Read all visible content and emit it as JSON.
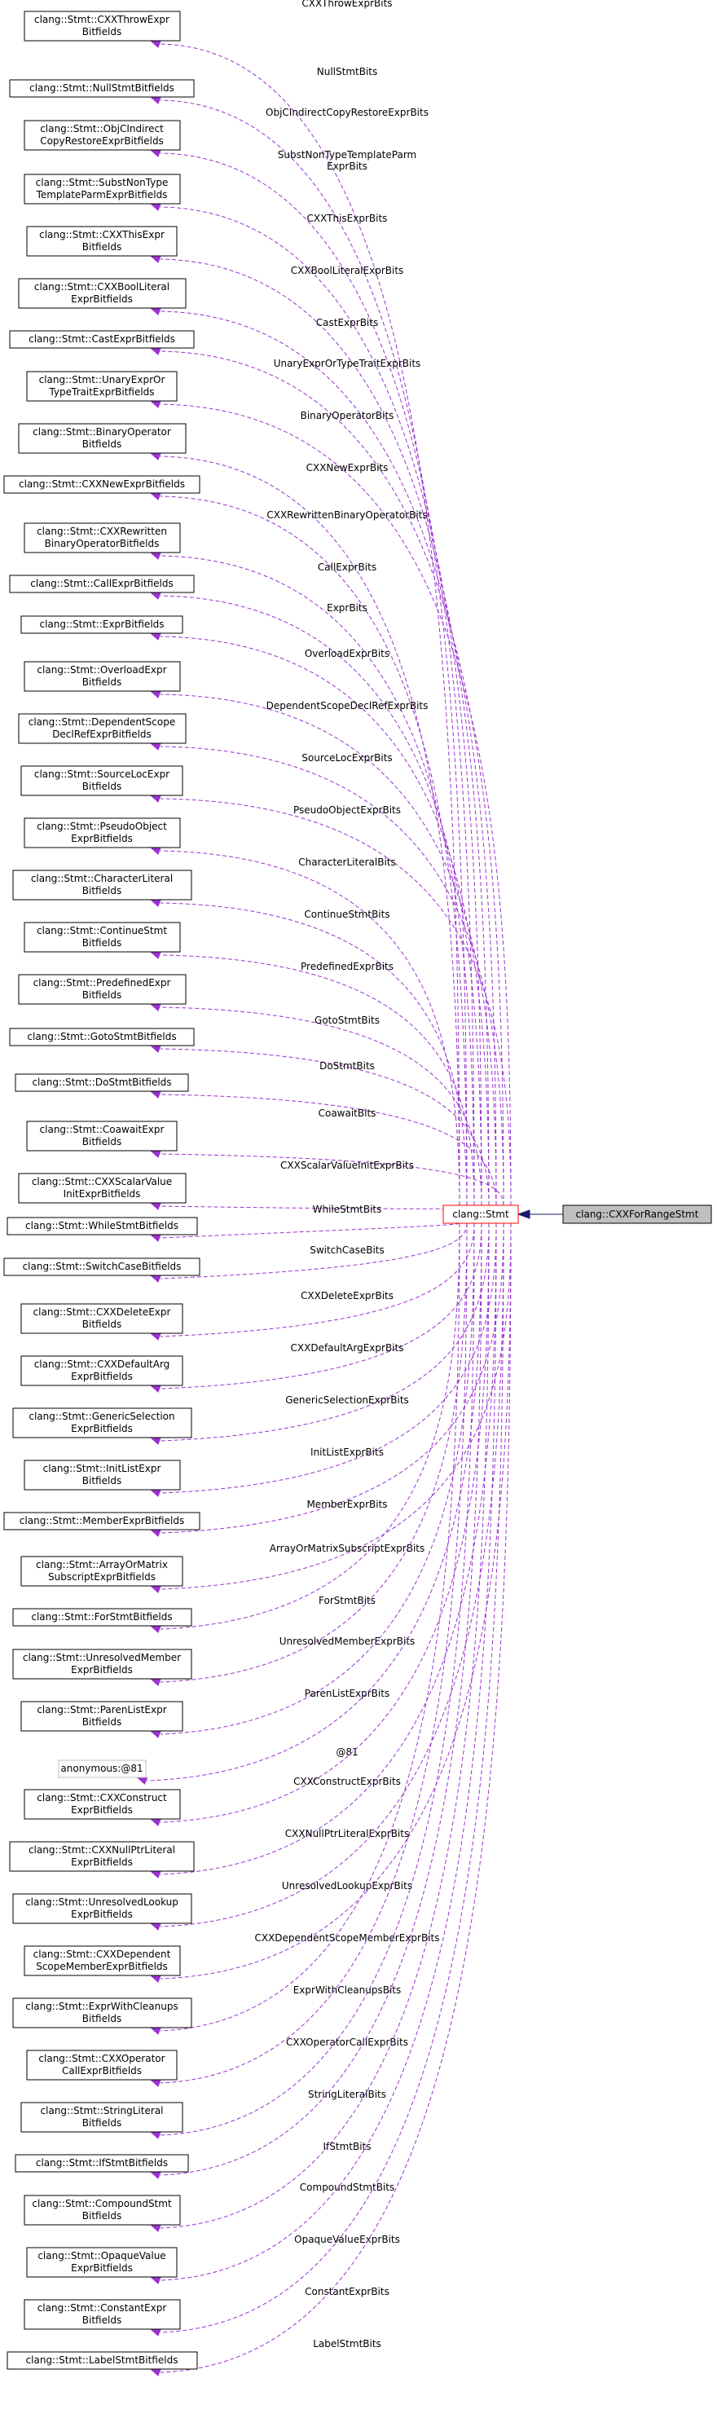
{
  "center_node": "clang::Stmt",
  "main_node": "clang::CXXForRangeStmt",
  "members": [
    {
      "lines": [
        "clang::Stmt::CXXThrowExpr",
        "Bitfields"
      ],
      "edge": "CXXThrowExprBits"
    },
    {
      "lines": [
        "clang::Stmt::NullStmtBitfields"
      ],
      "edge": "NullStmtBits"
    },
    {
      "lines": [
        "clang::Stmt::ObjCIndirect",
        "CopyRestoreExprBitfields"
      ],
      "edge": "ObjCIndirectCopyRestoreExprBits"
    },
    {
      "lines": [
        "clang::Stmt::SubstNonType",
        "TemplateParmExprBitfields"
      ],
      "edge": "SubstNonTypeTemplateParm\nExprBits"
    },
    {
      "lines": [
        "clang::Stmt::CXXThisExpr",
        "Bitfields"
      ],
      "edge": "CXXThisExprBits"
    },
    {
      "lines": [
        "clang::Stmt::CXXBoolLiteral",
        "ExprBitfields"
      ],
      "edge": "CXXBoolLiteralExprBits"
    },
    {
      "lines": [
        "clang::Stmt::CastExprBitfields"
      ],
      "edge": "CastExprBits"
    },
    {
      "lines": [
        "clang::Stmt::UnaryExprOr",
        "TypeTraitExprBitfields"
      ],
      "edge": "UnaryExprOrTypeTraitExprBits"
    },
    {
      "lines": [
        "clang::Stmt::BinaryOperator",
        "Bitfields"
      ],
      "edge": "BinaryOperatorBits"
    },
    {
      "lines": [
        "clang::Stmt::CXXNewExprBitfields"
      ],
      "edge": "CXXNewExprBits"
    },
    {
      "lines": [
        "clang::Stmt::CXXRewritten",
        "BinaryOperatorBitfields"
      ],
      "edge": "CXXRewrittenBinaryOperatorBits"
    },
    {
      "lines": [
        "clang::Stmt::CallExprBitfields"
      ],
      "edge": "CallExprBits"
    },
    {
      "lines": [
        "clang::Stmt::ExprBitfields"
      ],
      "edge": "ExprBits"
    },
    {
      "lines": [
        "clang::Stmt::OverloadExpr",
        "Bitfields"
      ],
      "edge": "OverloadExprBits"
    },
    {
      "lines": [
        "clang::Stmt::DependentScope",
        "DeclRefExprBitfields"
      ],
      "edge": "DependentScopeDeclRefExprBits"
    },
    {
      "lines": [
        "clang::Stmt::SourceLocExpr",
        "Bitfields"
      ],
      "edge": "SourceLocExprBits"
    },
    {
      "lines": [
        "clang::Stmt::PseudoObject",
        "ExprBitfields"
      ],
      "edge": "PseudoObjectExprBits"
    },
    {
      "lines": [
        "clang::Stmt::CharacterLiteral",
        "Bitfields"
      ],
      "edge": "CharacterLiteralBits"
    },
    {
      "lines": [
        "clang::Stmt::ContinueStmt",
        "Bitfields"
      ],
      "edge": "ContinueStmtBits"
    },
    {
      "lines": [
        "clang::Stmt::PredefinedExpr",
        "Bitfields"
      ],
      "edge": "PredefinedExprBits"
    },
    {
      "lines": [
        "clang::Stmt::GotoStmtBitfields"
      ],
      "edge": "GotoStmtBits"
    },
    {
      "lines": [
        "clang::Stmt::DoStmtBitfields"
      ],
      "edge": "DoStmtBits"
    },
    {
      "lines": [
        "clang::Stmt::CoawaitExpr",
        "Bitfields"
      ],
      "edge": "CoawaitBits"
    },
    {
      "lines": [
        "clang::Stmt::CXXScalarValue",
        "InitExprBitfields"
      ],
      "edge": "CXXScalarValueInitExprBits"
    },
    {
      "lines": [
        "clang::Stmt::WhileStmtBitfields"
      ],
      "edge": "WhileStmtBits"
    },
    {
      "lines": [
        "clang::Stmt::SwitchCaseBitfields"
      ],
      "edge": "SwitchCaseBits"
    },
    {
      "lines": [
        "clang::Stmt::CXXDeleteExpr",
        "Bitfields"
      ],
      "edge": "CXXDeleteExprBits"
    },
    {
      "lines": [
        "clang::Stmt::CXXDefaultArg",
        "ExprBitfields"
      ],
      "edge": "CXXDefaultArgExprBits"
    },
    {
      "lines": [
        "clang::Stmt::GenericSelection",
        "ExprBitfields"
      ],
      "edge": "GenericSelectionExprBits"
    },
    {
      "lines": [
        "clang::Stmt::InitListExpr",
        "Bitfields"
      ],
      "edge": "InitListExprBits"
    },
    {
      "lines": [
        "clang::Stmt::MemberExprBitfields"
      ],
      "edge": "MemberExprBits"
    },
    {
      "lines": [
        "clang::Stmt::ArrayOrMatrix",
        "SubscriptExprBitfields"
      ],
      "edge": "ArrayOrMatrixSubscriptExprBits"
    },
    {
      "lines": [
        "clang::Stmt::ForStmtBitfields"
      ],
      "edge": "ForStmtBits"
    },
    {
      "lines": [
        "clang::Stmt::UnresolvedMember",
        "ExprBitfields"
      ],
      "edge": "UnresolvedMemberExprBits"
    },
    {
      "lines": [
        "clang::Stmt::ParenListExpr",
        "Bitfields"
      ],
      "edge": "ParenListExprBits"
    },
    {
      "lines": [
        "anonymous:@81"
      ],
      "edge": "@81",
      "grey": true
    },
    {
      "lines": [
        "clang::Stmt::CXXConstruct",
        "ExprBitfields"
      ],
      "edge": "CXXConstructExprBits"
    },
    {
      "lines": [
        "clang::Stmt::CXXNullPtrLiteral",
        "ExprBitfields"
      ],
      "edge": "CXXNullPtrLiteralExprBits"
    },
    {
      "lines": [
        "clang::Stmt::UnresolvedLookup",
        "ExprBitfields"
      ],
      "edge": "UnresolvedLookupExprBits"
    },
    {
      "lines": [
        "clang::Stmt::CXXDependent",
        "ScopeMemberExprBitfields"
      ],
      "edge": "CXXDependentScopeMemberExprBits"
    },
    {
      "lines": [
        "clang::Stmt::ExprWithCleanups",
        "Bitfields"
      ],
      "edge": "ExprWithCleanupsBits"
    },
    {
      "lines": [
        "clang::Stmt::CXXOperator",
        "CallExprBitfields"
      ],
      "edge": "CXXOperatorCallExprBits"
    },
    {
      "lines": [
        "clang::Stmt::StringLiteral",
        "Bitfields"
      ],
      "edge": "StringLiteralBits"
    },
    {
      "lines": [
        "clang::Stmt::IfStmtBitfields"
      ],
      "edge": "IfStmtBits"
    },
    {
      "lines": [
        "clang::Stmt::CompoundStmt",
        "Bitfields"
      ],
      "edge": "CompoundStmtBits"
    },
    {
      "lines": [
        "clang::Stmt::OpaqueValue",
        "ExprBitfields"
      ],
      "edge": "OpaqueValueExprBits"
    },
    {
      "lines": [
        "clang::Stmt::ConstantExpr",
        "Bitfields"
      ],
      "edge": "ConstantExprBits"
    },
    {
      "lines": [
        "clang::Stmt::LabelStmtBitfields"
      ],
      "edge": "LabelStmtBits"
    }
  ]
}
